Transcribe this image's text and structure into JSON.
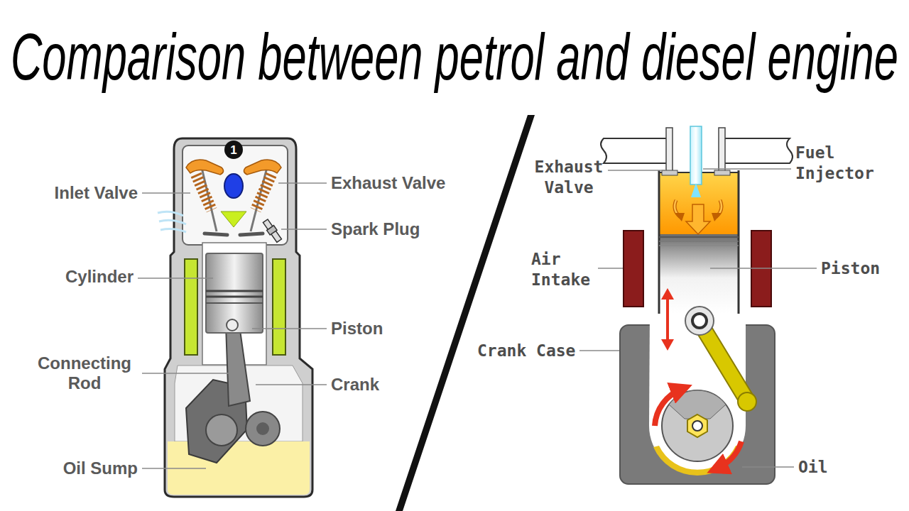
{
  "diagram": {
    "title": "Comparison between petrol and diesel engine",
    "nodes": [
      {
        "text": [
          "1"
        ]
      }
    ],
    "labels": [
      "Inlet Valve",
      "Exhaust Valve",
      "Spark Plug",
      "Cylinder",
      "Piston",
      "Connecting Rod",
      "Crank",
      "Oil Sump",
      "Exhaust Valve",
      "Fuel Injector",
      "Air Intake",
      "Piston",
      "Crank Case",
      "Oil"
    ]
  }
}
